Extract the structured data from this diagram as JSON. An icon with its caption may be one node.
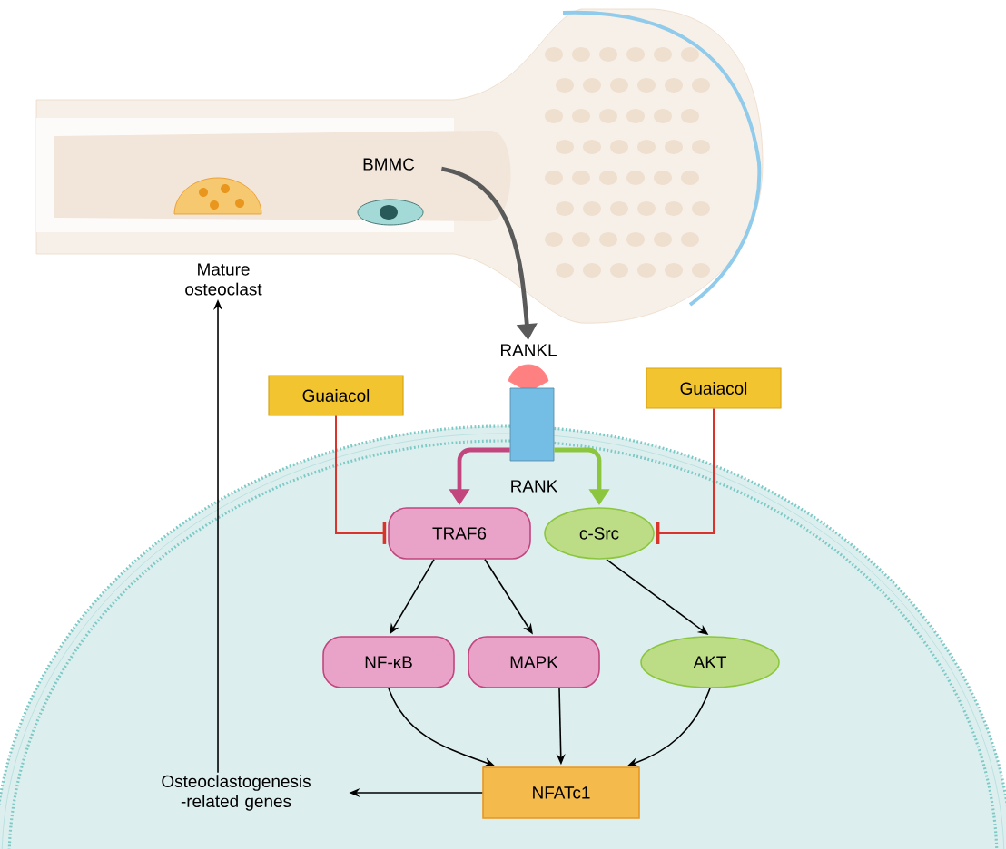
{
  "diagram": {
    "nodes": [
      {
        "text": [
          "BMMC"
        ]
      },
      {
        "text": [
          "Mature osteoclast"
        ]
      },
      {
        "text": [
          "RANKL"
        ]
      },
      {
        "text": [
          "RANK"
        ]
      },
      {
        "text": [
          "Guaiacol"
        ]
      },
      {
        "text": [
          "Guaiacol"
        ]
      },
      {
        "text": [
          "TRAF6"
        ]
      },
      {
        "text": [
          "c-Src"
        ]
      },
      {
        "text": [
          "NF-κB"
        ]
      },
      {
        "text": [
          "MAPK"
        ]
      },
      {
        "text": [
          "AKT"
        ]
      },
      {
        "text": [
          "NFATc1"
        ]
      },
      {
        "text": [
          "Osteoclastogenesis -related genes"
        ]
      }
    ],
    "edges": [
      {
        "from": 0,
        "to": 2,
        "arrow": "to",
        "style": "thick",
        "color": "#5a5a5a"
      },
      {
        "from": 3,
        "to": 6,
        "arrow": "to",
        "style": "thick",
        "color": "#c2457e"
      },
      {
        "from": 3,
        "to": 7,
        "arrow": "to",
        "style": "thick",
        "color": "#8cc63f"
      },
      {
        "from": 4,
        "to": 6,
        "arrow": "other",
        "color": "#d9342b"
      },
      {
        "from": 5,
        "to": 7,
        "arrow": "other",
        "color": "#d9342b"
      },
      {
        "from": 6,
        "to": 8,
        "arrow": "to"
      },
      {
        "from": 6,
        "to": 9,
        "arrow": "to"
      },
      {
        "from": 7,
        "to": 10,
        "arrow": "to"
      },
      {
        "from": 8,
        "to": 11,
        "arrow": "to"
      },
      {
        "from": 9,
        "to": 11,
        "arrow": "to"
      },
      {
        "from": 10,
        "to": 11,
        "arrow": "to"
      },
      {
        "from": 11,
        "to": 12,
        "arrow": "to"
      },
      {
        "from": 12,
        "to": 1,
        "arrow": "to"
      }
    ]
  }
}
